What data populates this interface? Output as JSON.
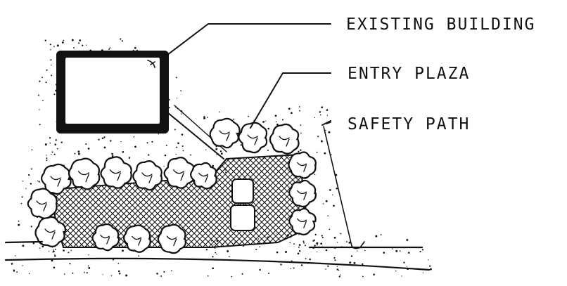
{
  "labels": {
    "existing_building": "EXISTING BUILDING",
    "entry_plaza": "ENTRY PLAZA",
    "safety_path": "SAFETY PATH"
  },
  "colors": {
    "ink": "#111111",
    "paper": "#ffffff"
  }
}
